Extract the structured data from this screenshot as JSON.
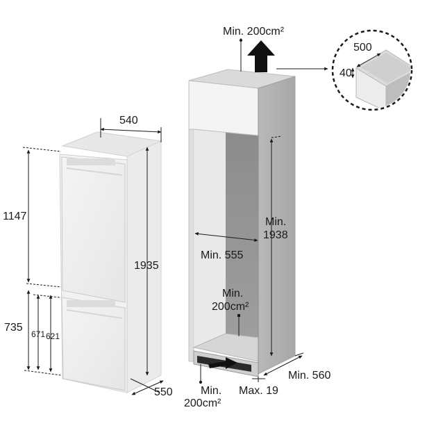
{
  "diagram": {
    "fridge_dimensions": {
      "width": "540",
      "upper_height": "1147",
      "total_height": "1935",
      "lower_height": "735",
      "drawer_height_a": "671",
      "drawer_height_b": "621",
      "depth": "550"
    },
    "cabinet_requirements": {
      "top_vent_min": "Min. 200cm²",
      "inner_width_min": "Min. 555",
      "inner_height_min_line1": "Min.",
      "inner_height_min_line2": "1938",
      "floor_vent_line1": "Min.",
      "floor_vent_line2": "200cm²",
      "bottom_vent_line1": "Min.",
      "bottom_vent_line2": "200cm²",
      "plinth_max": "Max. 19",
      "depth_min": "Min. 560"
    },
    "detail_inset": {
      "width": "500",
      "depth": "40"
    }
  }
}
